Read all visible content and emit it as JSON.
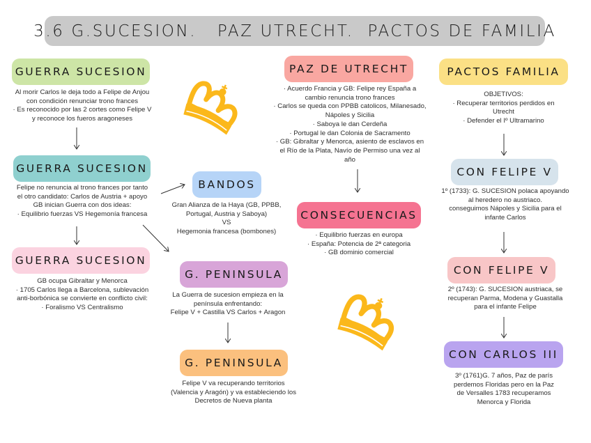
{
  "title": "3.6 G.SUCESION.   PAZ UTRECHT.  PACTOS DE FAMILIA",
  "colors": {
    "title_bg": "#c9c9c9",
    "green": "#cde5a6",
    "teal": "#8fd0cf",
    "pink_light": "#fbd3e0",
    "blue": "#b6d4f7",
    "purple": "#d8a5d8",
    "orange": "#fbc07e",
    "salmon": "#f9a7a1",
    "red_pink": "#f57391",
    "yellow": "#fbe085",
    "grey_blue": "#d6e3ec",
    "pink_rose": "#f8c6c7",
    "lavender": "#b9a4ef",
    "crown": "#fbb81b"
  },
  "nodes": {
    "guerra1": {
      "label": "GUERRA SUCESION",
      "lines": [
        "Al morir Carlos le deja todo a Felipe de Anjou",
        "con condición renunciar trono frances",
        "· Es reconocido por las 2 cortes como Felipe V",
        "y reconoce los fueros aragoneses"
      ]
    },
    "guerra2": {
      "label": "GUERRA SUCESION",
      "lines": [
        "Felipe no renuncia al trono frances por tanto",
        "el otro candidato: Carlos de Austria + apoyo",
        "GB inician Guerra con dos ideas:",
        "· Equilibrio fuerzas VS Hegemonía francesa"
      ]
    },
    "guerra3": {
      "label": "GUERRA SUCESION",
      "lines": [
        "GB ocupa Gibraltar y Menorca",
        "· 1705 Carlos llega a Barcelona, sublevación",
        "anti-borbónica  se convierte en conflicto civil:",
        "· Foralismo VS Centralismo"
      ]
    },
    "bandos": {
      "label": "BANDOS",
      "lines": [
        "Gran Alianza de la Haya (GB, PPBB,",
        "Portugal, Austria y Saboya)",
        "VS",
        "Hegemonia francesa (bombones)"
      ]
    },
    "peninsula1": {
      "label": "G. PENINSULA",
      "lines": [
        "La Guerra de sucesion empieza en la",
        "península enfrentando:",
        "Felipe V + Castilla VS Carlos + Aragon"
      ]
    },
    "peninsula2": {
      "label": "G. PENINSULA",
      "lines": [
        "Felipe V va recuperando territorios",
        "(Valencia y Aragón) y va estableciendo los",
        "Decretos de Nueva planta"
      ]
    },
    "utrecht": {
      "label": "PAZ DE UTRECHT",
      "lines": [
        "· Acuerdo Francia y GB: Felipe rey España a",
        "cambio renuncia trono frances",
        "· Carlos se queda con PPBB catolicos, Milanesado,",
        "Nápoles y Sicilia",
        "· Saboya le dan Cerdeña",
        "· Portugal le dan Colonia de Sacramento",
        "· GB: Gibraltar y Menorca, asiento de esclavos en",
        "el Río de la Plata, Navío de Permiso una vez al",
        "año"
      ]
    },
    "consecuencias": {
      "label": "CONSECUENCIAS",
      "lines": [
        "· Equilibrio fuerzas en europa",
        "· España: Potencia de 2ª categoria",
        "· GB dominio comercial"
      ]
    },
    "pactos": {
      "label": "PACTOS FAMILIA",
      "lines": [
        "OBJETIVOS:",
        "· Recuperar territorios perdidos en",
        "Utrecht",
        "· Defender el Iº Ultramarino"
      ]
    },
    "felipe1": {
      "label": "CON FELIPE V",
      "lines": [
        "1º (1733): G. SUCESION polaca apoyando",
        "al heredero no austriaco.",
        "conseguimos Nápoles y Sicilia para el",
        "infante Carlos"
      ]
    },
    "felipe2": {
      "label": "CON FELIPE V",
      "lines": [
        "2º (1743): G. SUCESION austriaca, se",
        "recuperan Parma, Modena y Guastalla",
        "para el infante Felipe"
      ]
    },
    "carlos3": {
      "label": "CON CARLOS III",
      "lines": [
        "3º (1761)G. 7 años, Paz de parís",
        "perdemos Floridas pero en la Paz",
        "de Versalles 1783 recuperamos",
        "Menorca y Florida"
      ]
    }
  },
  "icons": {
    "crown_top": "crown-icon",
    "crown_bottom": "crown-icon"
  }
}
